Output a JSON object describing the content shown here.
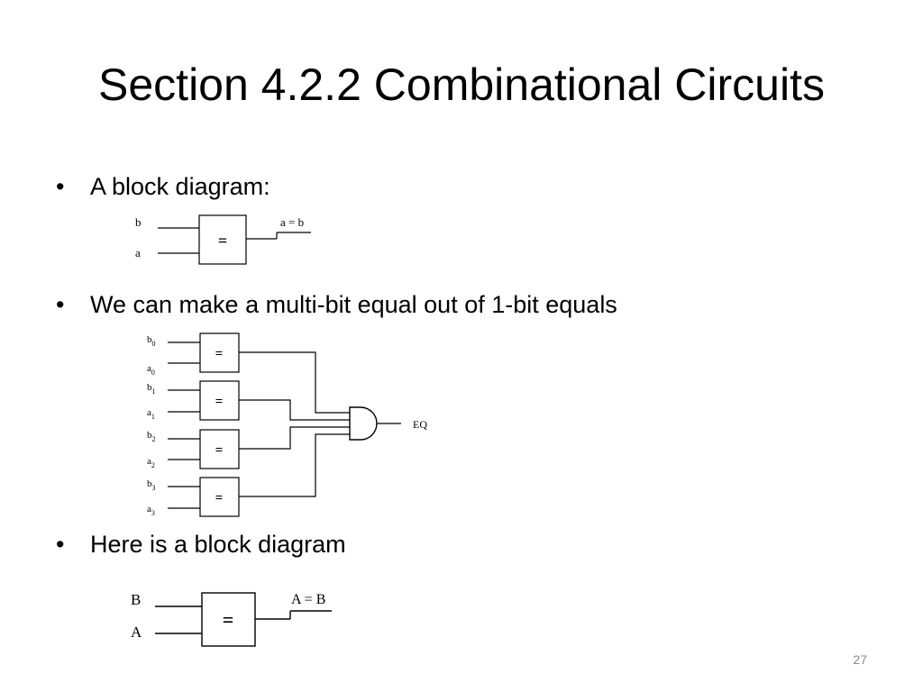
{
  "slide": {
    "title": "Section 4.2.2 Combinational Circuits",
    "bullets": [
      "A block diagram:",
      "We can make a multi-bit equal out of 1-bit equals",
      "Here is a block diagram"
    ],
    "bullet_glyph": "•",
    "page_number": "27"
  },
  "diagram1": {
    "input_top": "b",
    "input_bottom": "a",
    "block_symbol": "=",
    "output_label": "a = b"
  },
  "diagram2": {
    "inputs": [
      {
        "b": "b",
        "b_sub": "0",
        "a": "a",
        "a_sub": "0"
      },
      {
        "b": "b",
        "b_sub": "1",
        "a": "a",
        "a_sub": "1"
      },
      {
        "b": "b",
        "b_sub": "2",
        "a": "a",
        "a_sub": "2"
      },
      {
        "b": "b",
        "b_sub": "3",
        "a": "a",
        "a_sub": "3"
      }
    ],
    "block_symbol": "=",
    "output_label": "EQ"
  },
  "diagram3": {
    "input_top": "B",
    "input_bottom": "A",
    "block_symbol": "=",
    "output_label": "A = B"
  }
}
